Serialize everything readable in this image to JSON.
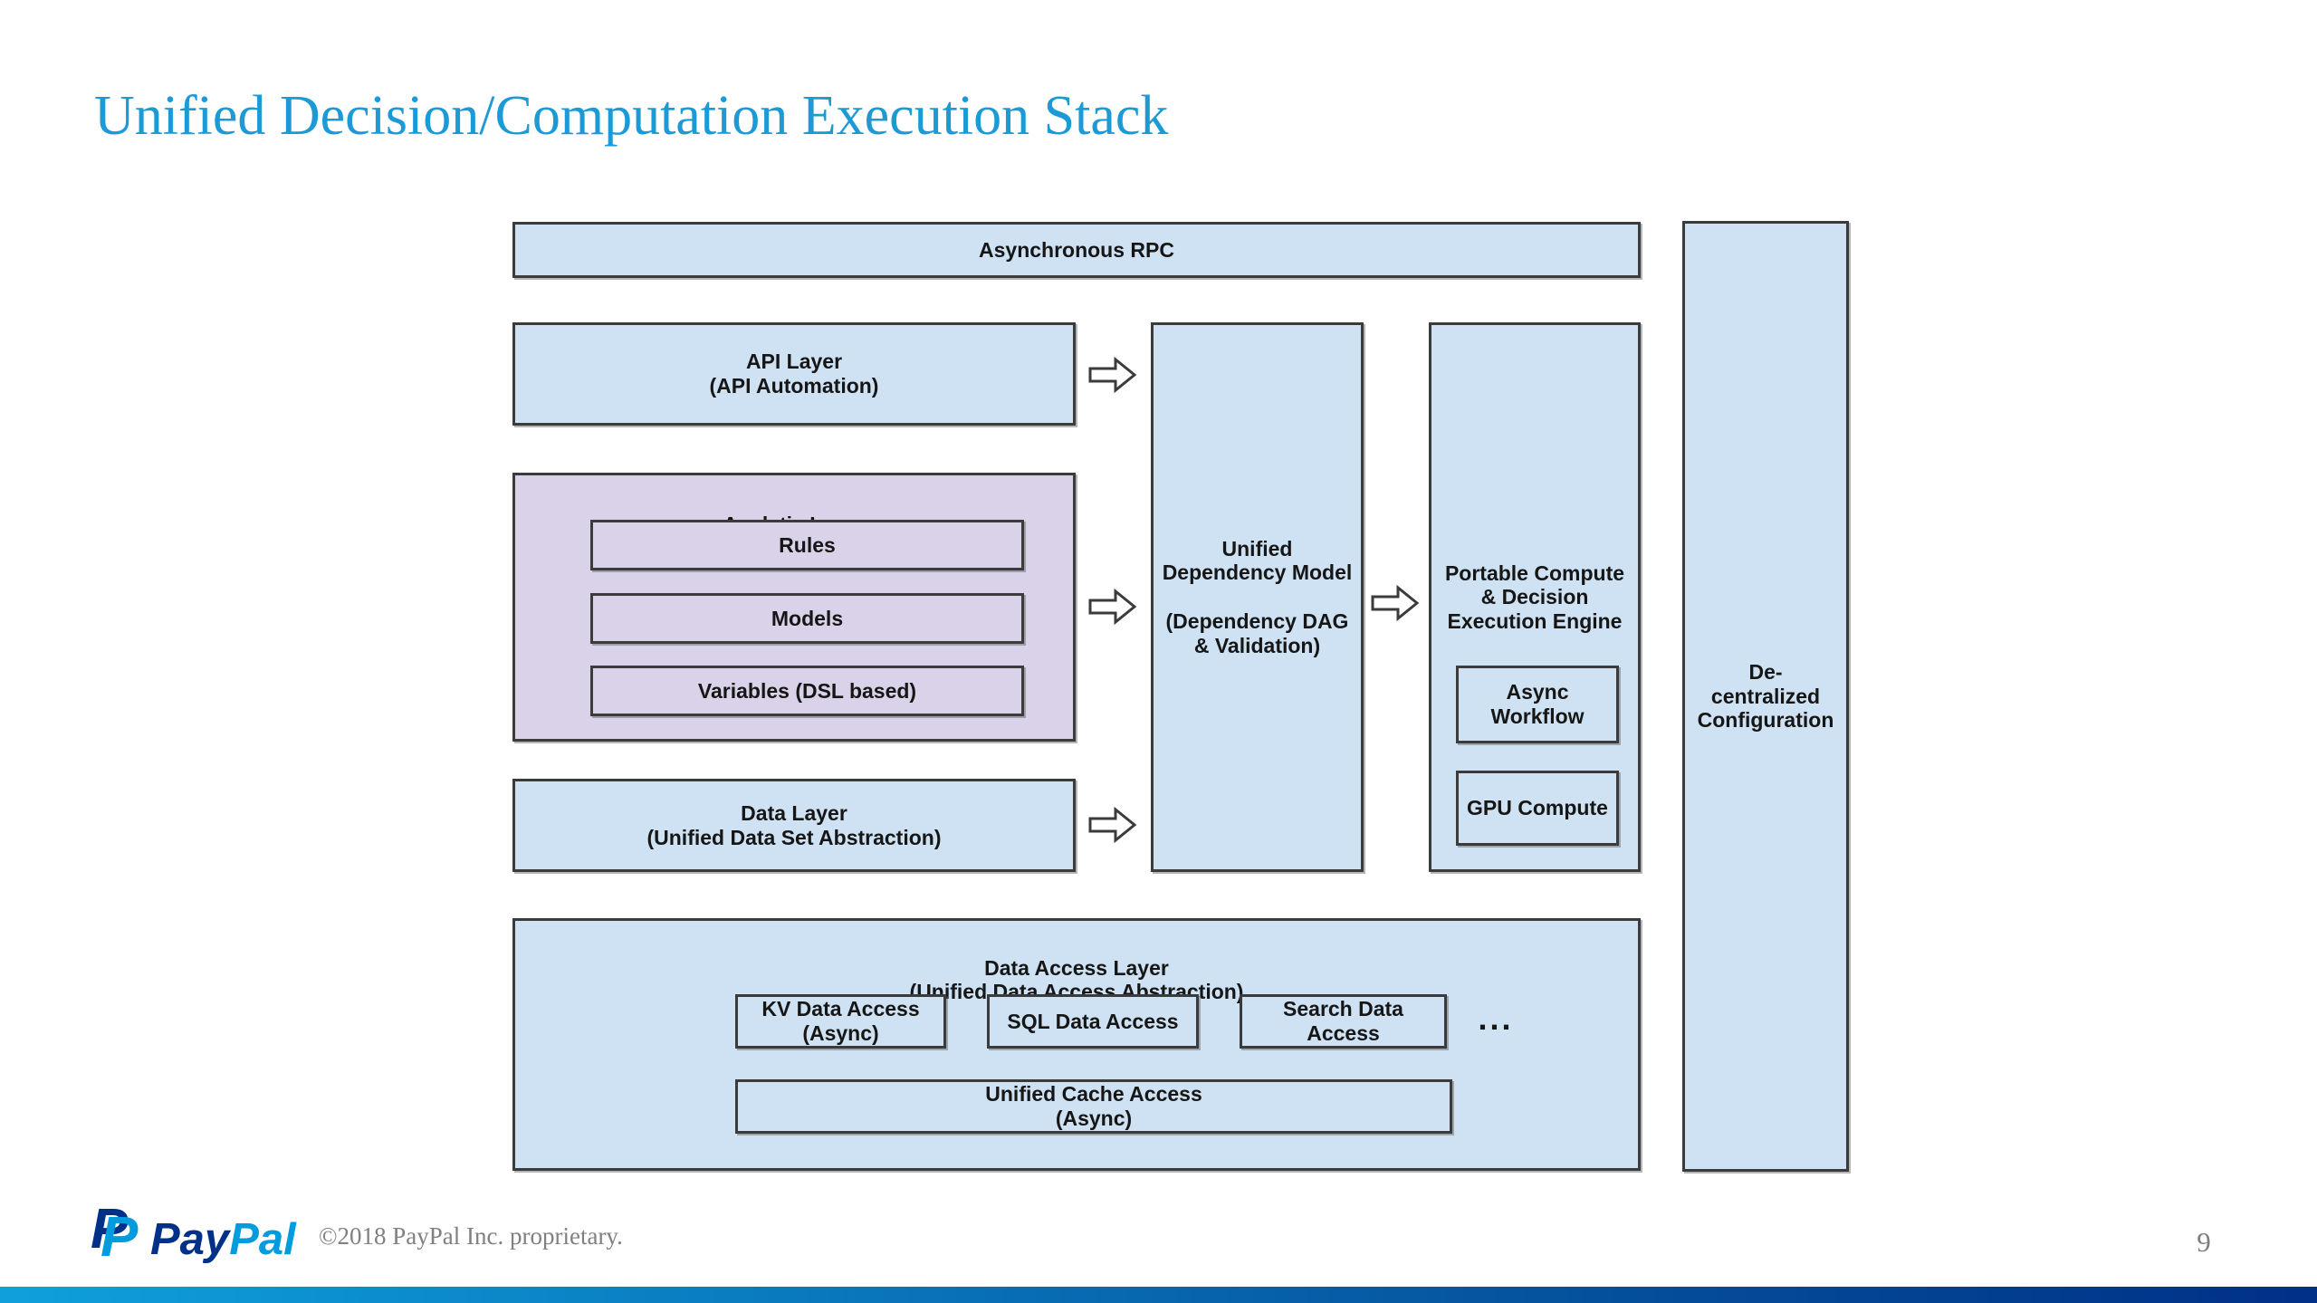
{
  "slide": {
    "title": "Unified Decision/Computation Execution Stack",
    "page_number": "9",
    "copyright": "©2018 PayPal Inc. proprietary."
  },
  "brand": {
    "monogram_back_p": "P",
    "monogram_front_p": "P",
    "wordmark_pay": "Pay",
    "wordmark_pal": "Pal"
  },
  "colors": {
    "title_blue": "#1b9ad6",
    "box_blue": "#cfe2f3",
    "box_purple": "#d9d2e9",
    "box_border": "#3b3b3b",
    "paypal_navy": "#003087",
    "paypal_lightblue": "#009cde",
    "footer_gray": "#808080",
    "bar_gradient_start": "#0fa0dc",
    "bar_gradient_end": "#003087"
  },
  "diagram": {
    "async_rpc": "Asynchronous RPC",
    "api_layer": "API Layer\n(API Automation)",
    "analytic_layer": {
      "header": "Analytic Layer",
      "items": [
        "Rules",
        "Models",
        "Variables (DSL based)"
      ]
    },
    "data_layer": "Data Layer\n(Unified Data Set Abstraction)",
    "unified_dependency_model": "Unified\nDependency Model\n\n(Dependency DAG\n& Validation)",
    "portable_compute": {
      "label": "Portable Compute\n& Decision\nExecution Engine",
      "children": [
        "Async\nWorkflow",
        "GPU Compute"
      ]
    },
    "decentralized_configuration": "De-\ncentralized\nConfiguration",
    "data_access_layer": {
      "header": "Data Access Layer\n(Unified Data Access Abstraction)",
      "boxes": [
        "KV Data Access\n(Async)",
        "SQL Data Access",
        "Search Data\nAccess"
      ],
      "ellipsis": "...",
      "cache": "Unified Cache Access\n(Async)"
    }
  }
}
